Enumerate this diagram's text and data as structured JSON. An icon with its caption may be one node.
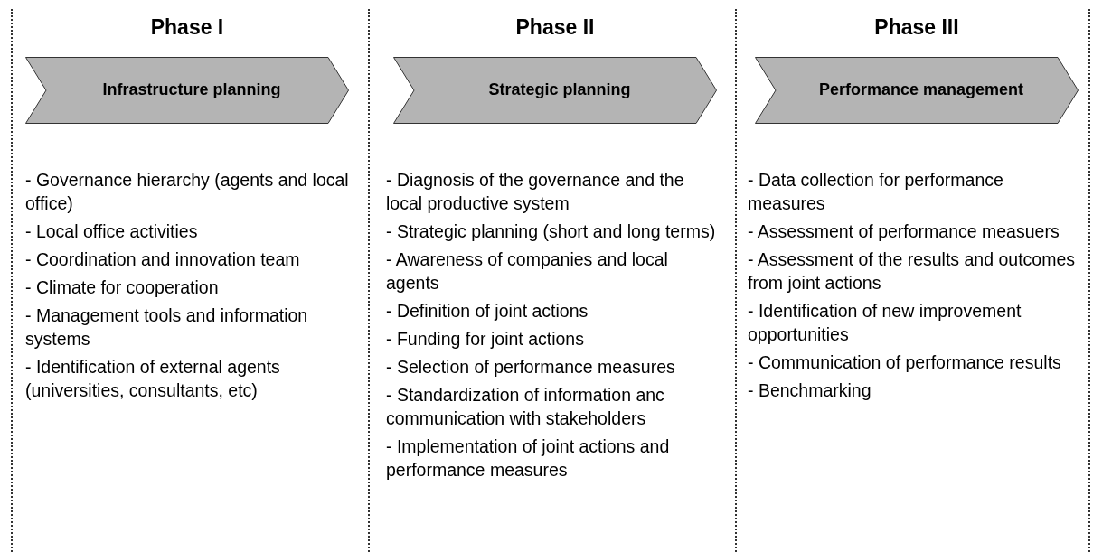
{
  "diagram": {
    "nodes": [
      {
        "text": [
          "Phase I",
          "Infrastructure planning"
        ]
      },
      {
        "text": [
          "Phase II",
          "Strategic planning"
        ]
      },
      {
        "text": [
          "Phase III",
          "Performance management"
        ]
      }
    ],
    "edges": [],
    "labels": [
      "- Governance hierarchy (agents and local office)",
      "- Local office activities",
      "- Coordination and innovation team",
      "- Climate for cooperation",
      "- Management tools and information systems",
      "- Identification of external agents (universities, consultants, etc)",
      "- Diagnosis of the governance and the local productive system",
      "- Strategic planning (short and long terms)",
      "- Awareness of companies and local agents",
      "- Definition of joint actions",
      "- Funding for joint actions",
      "- Selection of performance measures",
      "- Standardization of information anc communication with stakeholders",
      "- Implementation of joint actions and performance measures",
      "- Data collection for performance measures",
      "- Assessment of performance measuers",
      "- Assessment of the results and outcomes from joint actions",
      "- Identification of new improvement opportunities",
      "- Communication of performance results",
      "- Benchmarking"
    ]
  }
}
